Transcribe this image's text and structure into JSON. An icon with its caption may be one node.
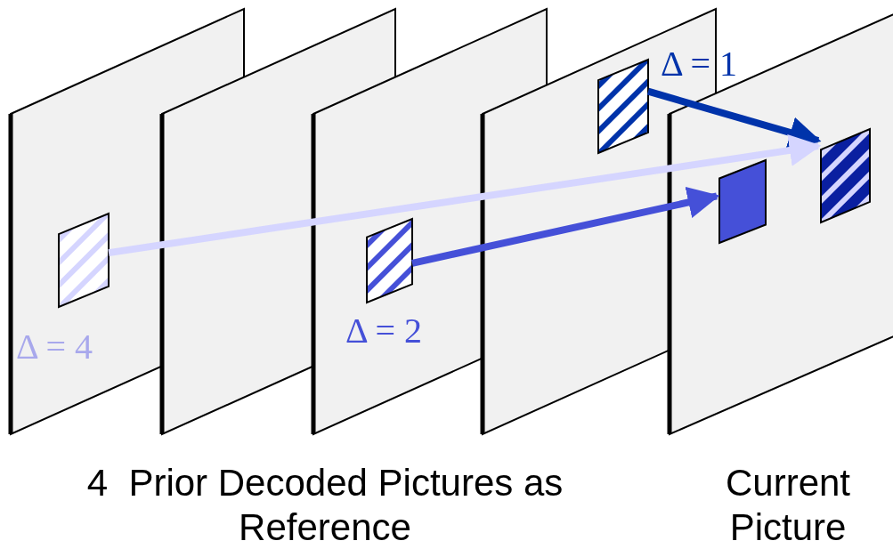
{
  "diagram": {
    "nodes": [
      {
        "text": [],
        "shape": "box"
      },
      {
        "text": [],
        "shape": "box"
      },
      {
        "text": [],
        "shape": "box"
      },
      {
        "text": [],
        "shape": "box"
      },
      {
        "text": [],
        "shape": "box"
      }
    ],
    "edges": [
      {
        "from": 0,
        "to": 1,
        "arrow": "to",
        "label": "Δ = 1",
        "color": "#0033aa"
      },
      {
        "from": 3,
        "to": 1,
        "arrow": "to",
        "label": "Δ = 4",
        "color": "#d5d5ff"
      },
      {
        "from": 4,
        "to": 2,
        "arrow": "to",
        "label": "Δ = 2",
        "color": "#4550d8"
      }
    ],
    "labels": [
      "4  Prior Decoded Pictures as Reference",
      "Current Picture"
    ]
  }
}
